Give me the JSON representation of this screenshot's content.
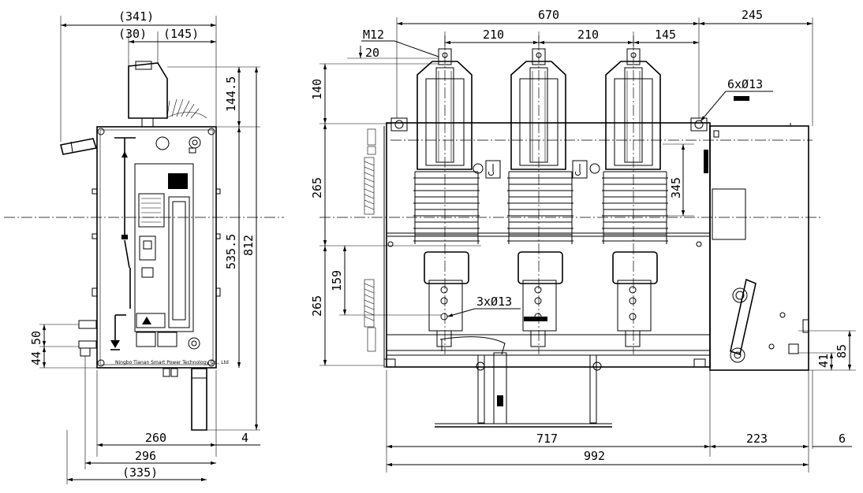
{
  "dimensions": {
    "side_top_overall": "(341)",
    "side_top_a": "(30)",
    "side_top_b": "(145)",
    "side_h_1445": "144.5",
    "side_h_5355": "535.5",
    "side_h_812": "812",
    "side_left_44": "44",
    "side_left_50": "50",
    "side_bottom_260": "260",
    "side_bottom_4": "4",
    "side_bottom_296": "296",
    "side_bottom_335": "(335)",
    "front_top_670": "670",
    "front_top_245": "245",
    "front_top_210a": "210",
    "front_top_210b": "210",
    "front_top_145": "145",
    "front_m12": "M12",
    "front_20": "20",
    "front_left_140": "140",
    "front_left_265a": "265",
    "front_left_159": "159",
    "front_left_265b": "265",
    "front_345": "345",
    "front_holes_6": "6xØ13",
    "front_holes_3": "3xØ13",
    "front_right_85": "85",
    "front_right_41": "41",
    "front_bottom_717": "717",
    "front_bottom_223": "223",
    "front_bottom_6": "6",
    "front_bottom_992": "992"
  }
}
